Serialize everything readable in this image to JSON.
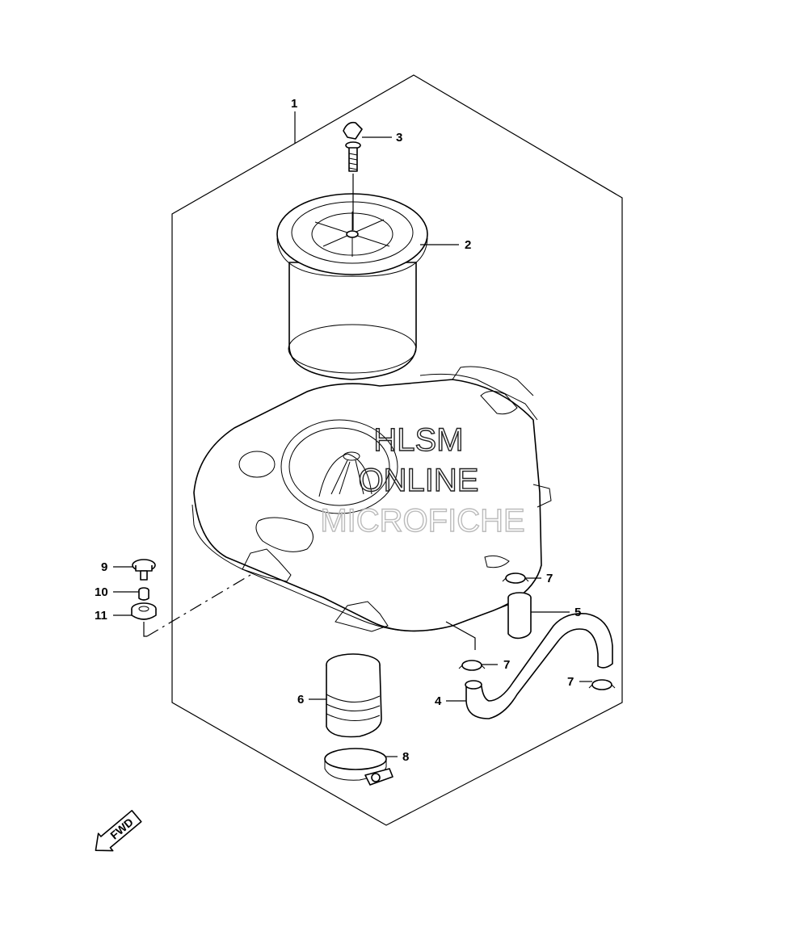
{
  "callouts": {
    "c1": "1",
    "c2": "2",
    "c3": "3",
    "c4": "4",
    "c5": "5",
    "c6": "6",
    "c7a": "7",
    "c7b": "7",
    "c7c": "7",
    "c8": "8",
    "c9": "9",
    "c10": "10",
    "c11": "11"
  },
  "watermark": {
    "line1": "HLSM",
    "line2": "ONLINE",
    "line3": "MICROFICHE"
  },
  "direction_badge": "FWD",
  "colors": {
    "line": "#000000",
    "background": "#ffffff",
    "watermark_dark": "#222222",
    "watermark_light": "#bbbbbb"
  }
}
